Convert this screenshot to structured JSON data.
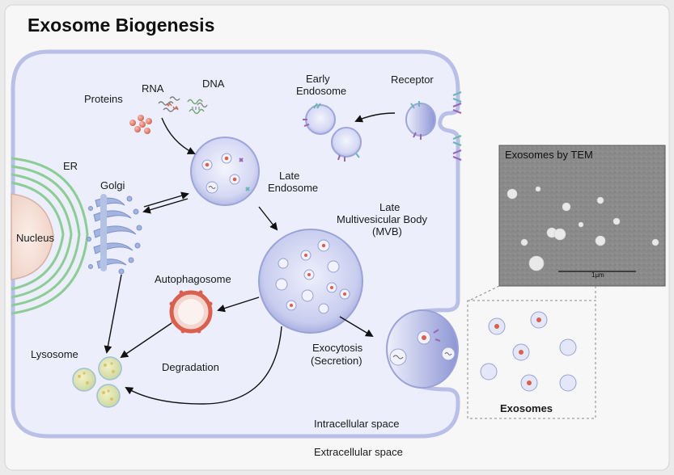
{
  "title": "Exosome Biogenesis",
  "labels": {
    "rna": "RNA",
    "dna": "DNA",
    "proteins": "Proteins",
    "early_endosome_1": "Early",
    "early_endosome_2": "Endosome",
    "receptor": "Receptor",
    "er": "ER",
    "golgi": "Golgi",
    "nucleus": "Nucleus",
    "late_endosome_1": "Late",
    "late_endosome_2": "Endosome",
    "mvb_1": "Late",
    "mvb_2": "Multivesicular Body",
    "mvb_3": "(MVB)",
    "autophagosome": "Autophagosome",
    "lysosome": "Lysosome",
    "degradation": "Degradation",
    "exocytosis_1": "Exocytosis",
    "exocytosis_2": "(Secretion)",
    "intracellular": "Intracellular space",
    "extracellular": "Extracellular space",
    "exosomes": "Exosomes"
  },
  "tem": {
    "title": "Exosomes by TEM",
    "scale": "1μm"
  },
  "colors": {
    "cell_fill": "#eef0fb",
    "cell_border": "#b7bde6",
    "vesicle_fill": "#c8cdf0",
    "nucleus_fill": "#f7e1d8",
    "er_green": "#7dc48a",
    "golgi_blue": "#8fa3d4",
    "protein_red": "#e07a6a",
    "autophagosome_red": "#d9604f",
    "lysosome_yellow": "#e8e49a",
    "receptor_purple": "#9a66b8",
    "receptor_teal": "#69b7b2"
  }
}
